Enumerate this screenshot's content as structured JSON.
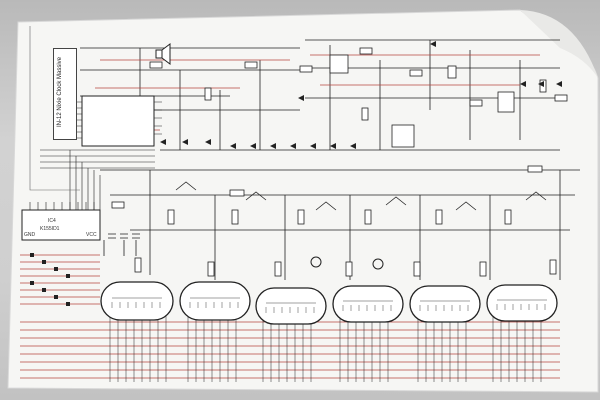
{
  "schematic": {
    "title": "IN-12 Nixie Clock Massive",
    "ic_chip": "K155ID1",
    "ic_name": "IC4",
    "pin_gnd": "GND",
    "pin_vcc": "VCC",
    "tube_count": 6
  },
  "colors": {
    "paper": "#f7f7f5",
    "ink": "#1b1b1b",
    "wire_red": "#b8453f",
    "tube_outline": "#222222"
  }
}
